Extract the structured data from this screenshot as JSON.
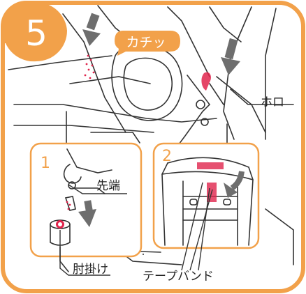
{
  "step_number": "5",
  "callouts": {
    "click_sound": "カチッ",
    "hood": "ホロ",
    "tip": "先端",
    "elbow_rest": "肘掛け",
    "tape_band": "テープバンド"
  },
  "insets": [
    {
      "number": "1"
    },
    {
      "number": "2"
    }
  ],
  "colors": {
    "accent_orange": "#f2a14a",
    "arrow_gray": "#6e6e6e",
    "line_dark": "#333333",
    "marker_red": "#e0244c"
  }
}
